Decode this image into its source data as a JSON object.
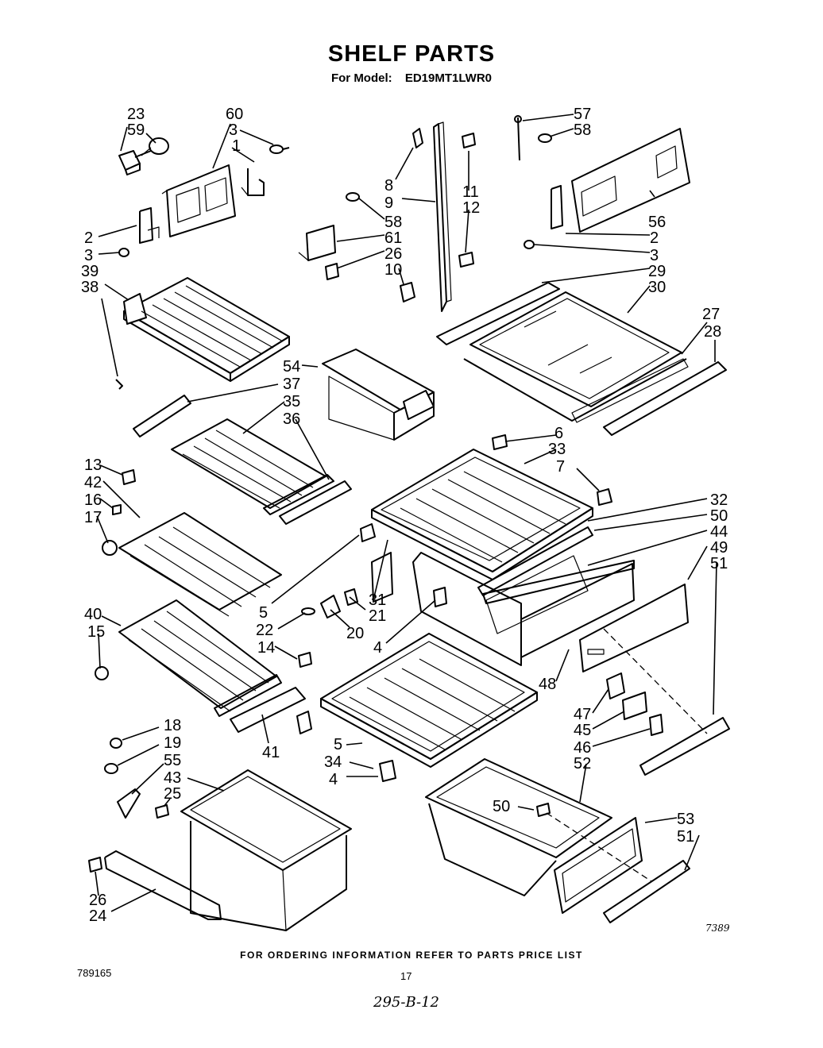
{
  "title": "SHELF PARTS",
  "model_label": "For Model:",
  "model_number": "ED19MT1LWR0",
  "footer_note": "FOR ORDERING INFORMATION REFER TO PARTS PRICE LIST",
  "document_number": "789165",
  "page_number": "17",
  "handwritten_note": "295-B-12",
  "drawing_number": "7389",
  "callouts": [
    "1",
    "2",
    "3",
    "4",
    "5",
    "6",
    "7",
    "8",
    "9",
    "10",
    "11",
    "12",
    "13",
    "14",
    "15",
    "16",
    "17",
    "18",
    "19",
    "20",
    "21",
    "22",
    "23",
    "24",
    "25",
    "26",
    "27",
    "28",
    "29",
    "30",
    "31",
    "32",
    "33",
    "34",
    "35",
    "36",
    "37",
    "38",
    "39",
    "40",
    "41",
    "42",
    "43",
    "44",
    "45",
    "46",
    "47",
    "48",
    "49",
    "50",
    "51",
    "52",
    "53",
    "54",
    "55",
    "56",
    "57",
    "58",
    "59",
    "60",
    "61"
  ]
}
